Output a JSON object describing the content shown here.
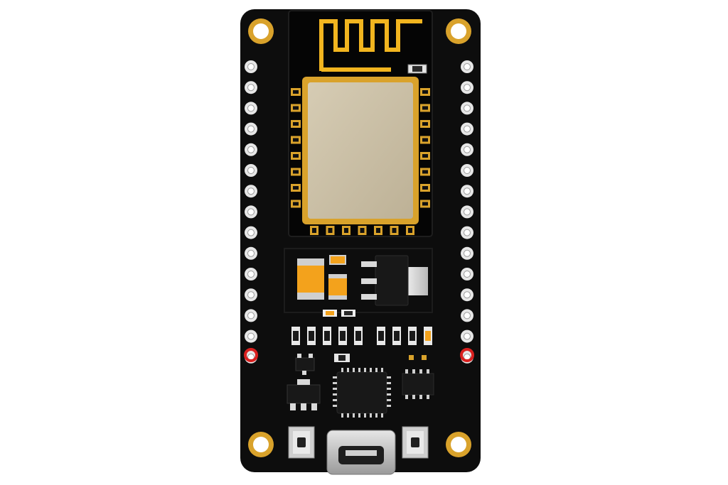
{
  "scene": {
    "subject": "",
    "colors": {
      "background": "#ffffff",
      "board": "#0d0d0d",
      "gold": "#d9a22b",
      "antenna": "#f2b51f",
      "shield": "#cbbfa5",
      "pin_ring": "#e6e6e6",
      "red_pin": "#d9201f",
      "capacitor": "#f3a21c",
      "ic": "#181818",
      "silver": "#c8c8c8"
    },
    "left_header_pins": 15,
    "right_header_pins": 15,
    "module_side_pads": 8,
    "module_bottom_pads": 7,
    "buttons": 2,
    "usb_port": "micro-usb"
  }
}
